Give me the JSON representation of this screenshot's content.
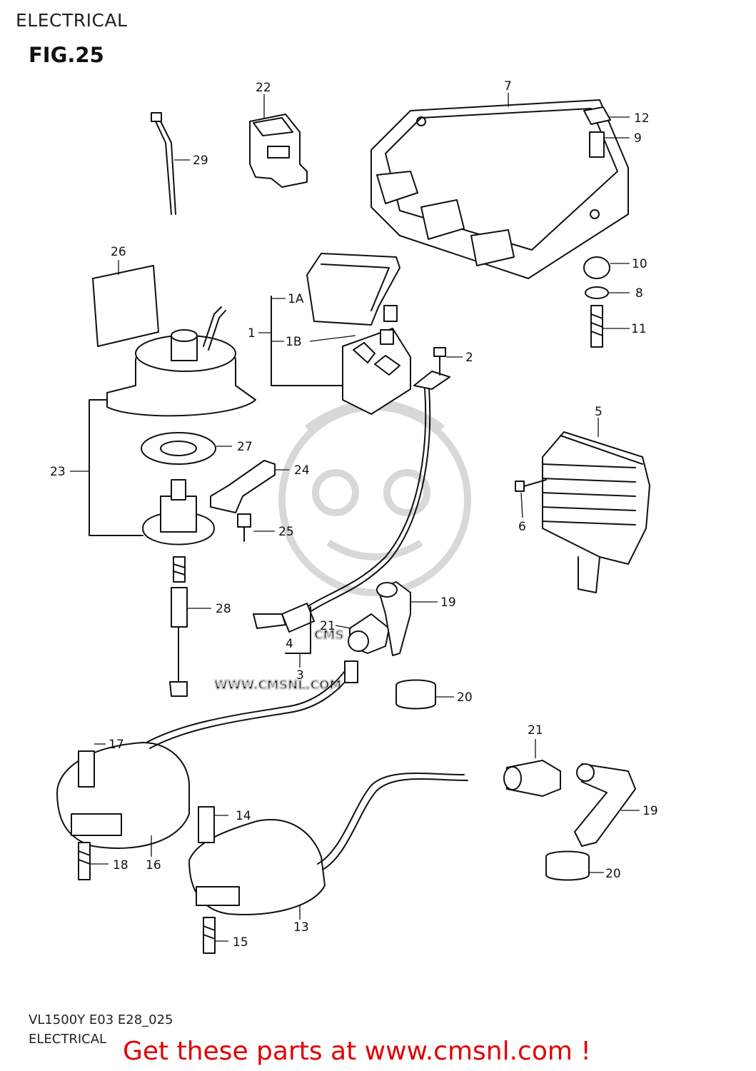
{
  "header": {
    "section": "ELECTRICAL",
    "figure": "FIG.25"
  },
  "footer": {
    "model_code": "VL1500Y E03 E28_025",
    "section": "ELECTRICAL"
  },
  "promo": "Get these parts at www.cmsnl.com !",
  "watermark": {
    "brand": "CMS",
    "url": "WWW.CMSNL.COM"
  },
  "callouts": {
    "p1": "1",
    "p1a": "1A",
    "p1b": "1B",
    "p2": "2",
    "p3": "3",
    "p4": "4",
    "p5": "5",
    "p6": "6",
    "p7": "7",
    "p8": "8",
    "p9": "9",
    "p10": "10",
    "p11": "11",
    "p12": "12",
    "p13": "13",
    "p14": "14",
    "p15": "15",
    "p16": "16",
    "p17": "17",
    "p18": "18",
    "p19a": "19",
    "p19b": "19",
    "p20a": "20",
    "p20b": "20",
    "p21a": "21",
    "p21b": "21",
    "p22": "22",
    "p23": "23",
    "p24": "24",
    "p25": "25",
    "p26": "26",
    "p27": "27",
    "p28": "28",
    "p29": "29"
  }
}
